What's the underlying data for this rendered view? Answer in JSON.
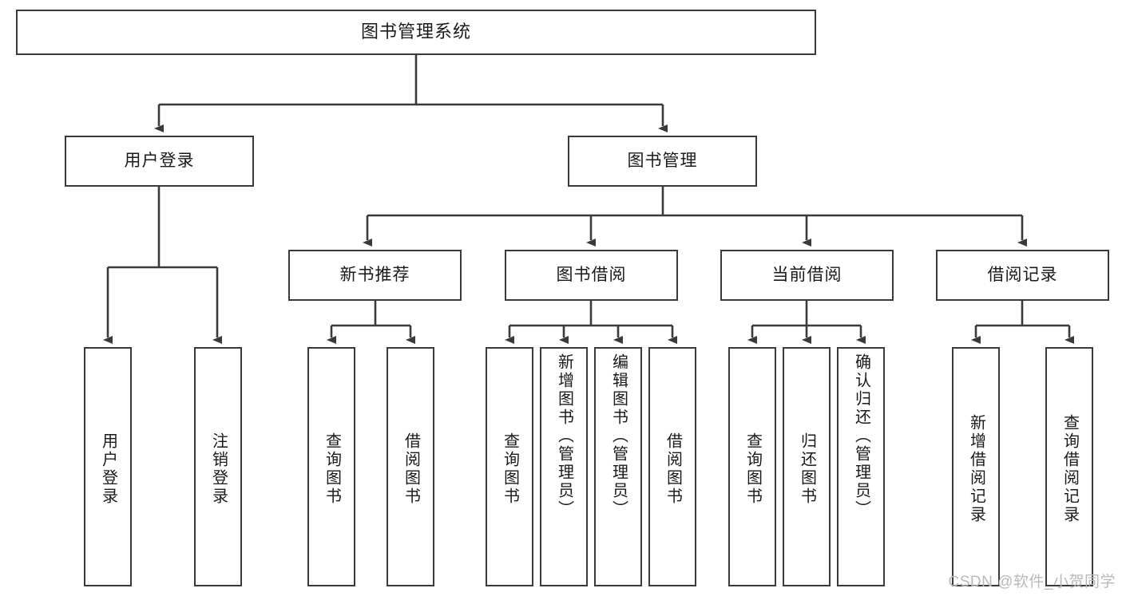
{
  "diagram": {
    "title": "图书管理系统",
    "type": "function-structure-tree",
    "stroke_color": "#3a3a3a",
    "text_color": "#1a1a1a",
    "background": "#ffffff"
  },
  "root": {
    "label": "图书管理系统"
  },
  "level2": [
    {
      "label": "用户登录"
    },
    {
      "label": "图书管理"
    }
  ],
  "level3": [
    {
      "label": "新书推荐"
    },
    {
      "label": "图书借阅"
    },
    {
      "label": "当前借阅"
    },
    {
      "label": "借阅记录"
    }
  ],
  "leaves": {
    "user_login": [
      {
        "label": "用户登录"
      },
      {
        "label": "注销登录"
      }
    ],
    "new_book": [
      {
        "label": "查询图书"
      },
      {
        "label": "借阅图书"
      }
    ],
    "borrow_book": [
      {
        "label": "查询图书"
      },
      {
        "label": "新增图书（管理员）"
      },
      {
        "label": "编辑图书（管理员）"
      },
      {
        "label": "借阅图书"
      }
    ],
    "current_borrow": [
      {
        "label": "查询图书"
      },
      {
        "label": "归还图书"
      },
      {
        "label": "确认归还（管理员）"
      }
    ],
    "borrow_record": [
      {
        "label": "新增借阅记录"
      },
      {
        "label": "查询借阅记录"
      }
    ]
  },
  "watermark": {
    "text": "CSDN @软件_小贺同学",
    "color": "#b9b9b9"
  }
}
